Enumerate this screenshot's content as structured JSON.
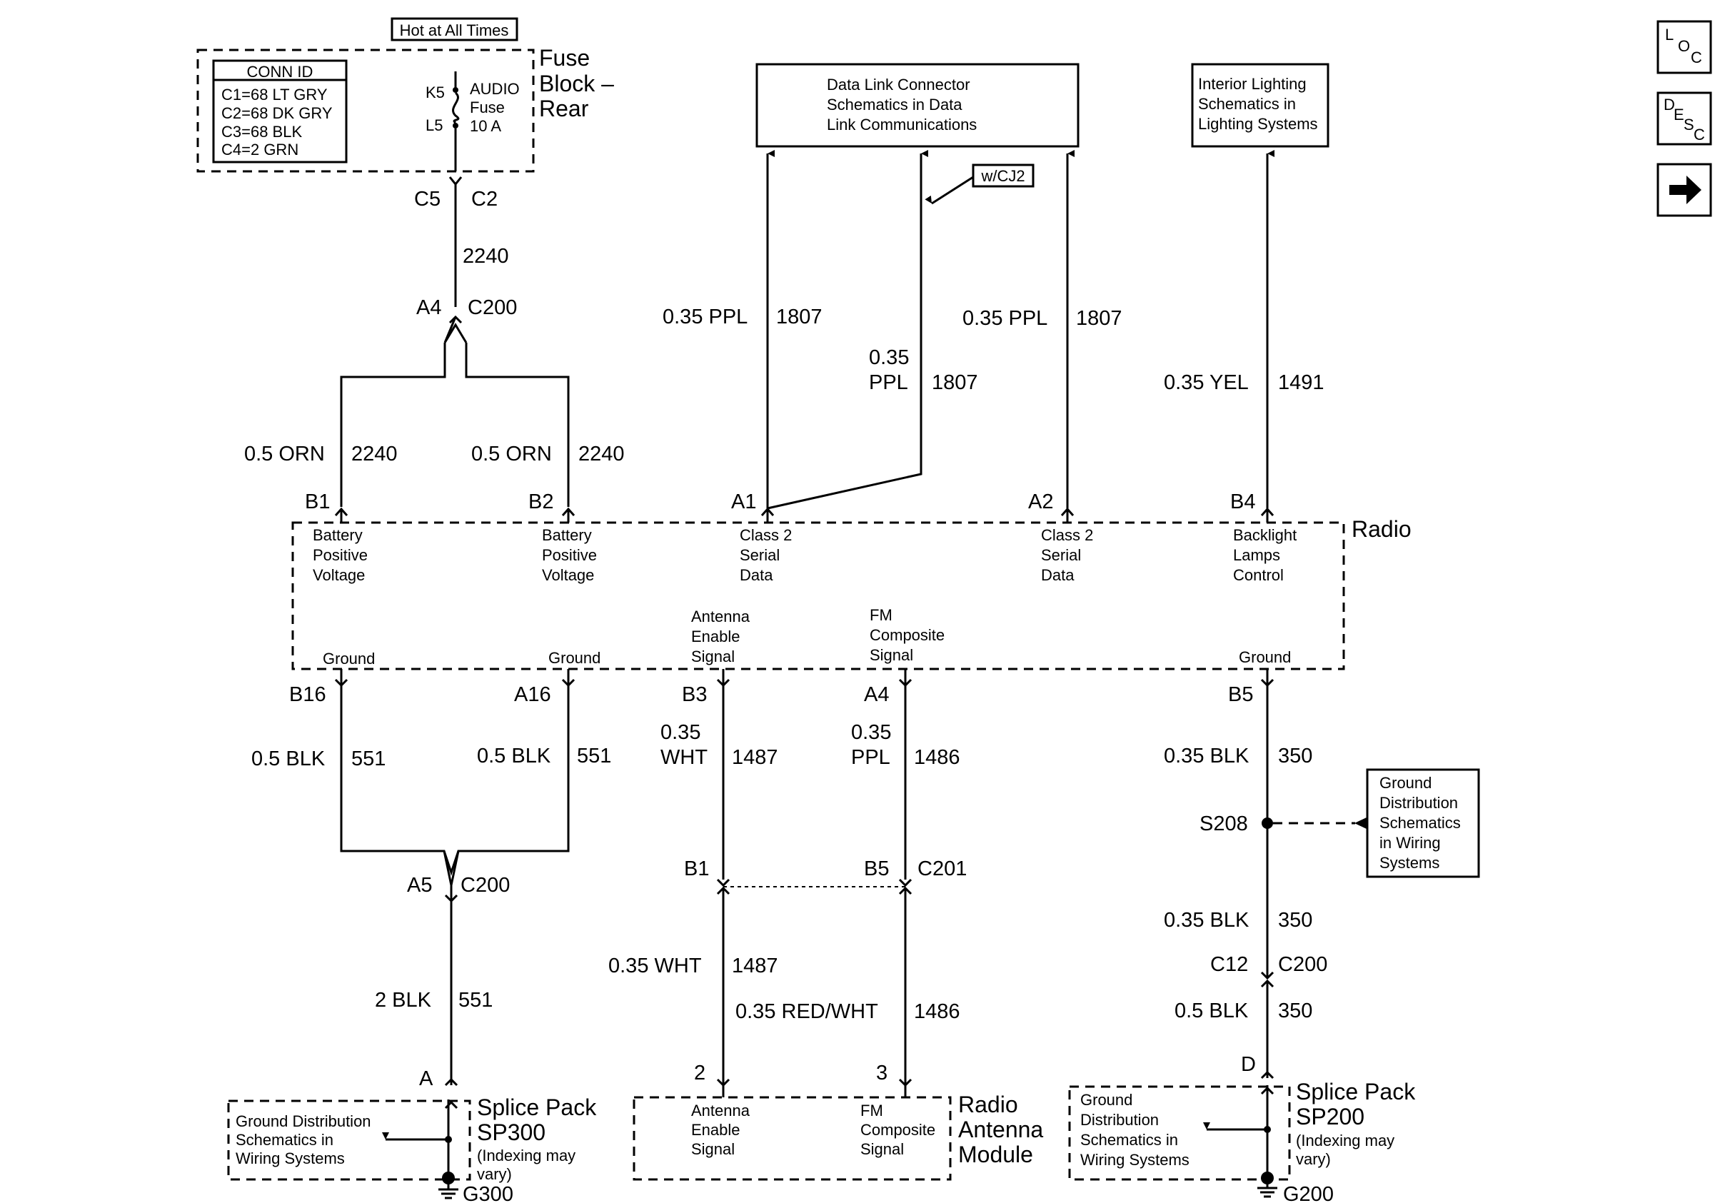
{
  "fuse_block": {
    "hot_label": "Hot at All Times",
    "conn_id_title": "CONN ID",
    "conn_ids": [
      "C1=68 LT GRY",
      "C2=68 DK GRY",
      "C3=68 BLK",
      "C4=2 GRN"
    ],
    "pin_top": "K5",
    "pin_bottom": "L5",
    "fuse_name": "AUDIO",
    "fuse_word": "Fuse",
    "fuse_rating": "10 A",
    "title_lines": [
      "Fuse",
      "Block –",
      "Rear"
    ],
    "conn_left": "C5",
    "conn_right": "C2"
  },
  "wires": {
    "w2240_num": "2240",
    "c200_top_pin": "A4",
    "c200_top_conn": "C200",
    "b1_color": "0.5 ORN",
    "b1_num": "2240",
    "b2_color": "0.5 ORN",
    "b2_num": "2240",
    "dlc1_color": "0.35 PPL",
    "dlc1_num": "1807",
    "dlc_mid_color_1": "0.35",
    "dlc_mid_color_2": "PPL",
    "dlc_mid_num": "1807",
    "dlc2_color": "0.35 PPL",
    "dlc2_num": "1807",
    "backlight_color": "0.35 YEL",
    "backlight_num": "1491",
    "b16_color": "0.5 BLK",
    "b16_num": "551",
    "a16_color": "0.5 BLK",
    "a16_num": "551",
    "ant_color_1": "0.35",
    "ant_color_2": "WHT",
    "ant_num": "1487",
    "fm_color_1": "0.35",
    "fm_color_2": "PPL",
    "fm_num": "1486",
    "b5_color": "0.35 BLK",
    "b5_num": "350",
    "splice_name": "S208",
    "s208_color": "0.35 BLK",
    "s208_num": "350",
    "c12_pin": "C12",
    "c12_conn": "C200",
    "c12_color": "0.5 BLK",
    "c12_num": "350",
    "a5_pin": "A5",
    "a5_conn": "C200",
    "blk2_color": "2 BLK",
    "blk2_num": "551",
    "c201_b1": "B1",
    "c201_b5": "B5",
    "c201_conn": "C201",
    "ant_low_color": "0.35 WHT",
    "ant_low_num": "1487",
    "fm_low_color": "0.35 RED/WHT",
    "fm_low_num": "1486"
  },
  "boxes": {
    "dlc_lines": [
      "Data Link Connector",
      "Schematics in Data",
      "Link Communications"
    ],
    "wcj2": "w/CJ2",
    "interior_lines": [
      "Interior Lighting",
      "Schematics in",
      "Lighting Systems"
    ],
    "ground_dist_lines": [
      "Ground",
      "Distribution",
      "Schematics",
      "in Wiring",
      "Systems"
    ]
  },
  "radio": {
    "title": "Radio",
    "pins_top": [
      "B1",
      "B2",
      "A1",
      "A2",
      "B4"
    ],
    "func_b1": [
      "Battery",
      "Positive",
      "Voltage"
    ],
    "func_b2": [
      "Battery",
      "Positive",
      "Voltage"
    ],
    "func_a1": [
      "Class 2",
      "Serial",
      "Data"
    ],
    "func_a2": [
      "Class 2",
      "Serial",
      "Data"
    ],
    "func_b4": [
      "Backlight",
      "Lamps",
      "Control"
    ],
    "func_ant": [
      "Antenna",
      "Enable",
      "Signal"
    ],
    "func_fm": [
      "FM",
      "Composite",
      "Signal"
    ],
    "ground_labels": [
      "Ground",
      "Ground",
      "Ground"
    ],
    "pins_bottom": [
      "B16",
      "A16",
      "B3",
      "A4",
      "B5"
    ]
  },
  "sp300": {
    "pin": "A",
    "title_lines": [
      "Splice Pack",
      "SP300"
    ],
    "note_lines": [
      "(Indexing may",
      "vary)"
    ],
    "ref_lines": [
      "Ground Distribution",
      "Schematics in",
      "Wiring Systems"
    ],
    "ground": "G300"
  },
  "antenna_module": {
    "pin_left": "2",
    "pin_right": "3",
    "func_left": [
      "Antenna",
      "Enable",
      "Signal"
    ],
    "func_right": [
      "FM",
      "Composite",
      "Signal"
    ],
    "title_lines": [
      "Radio",
      "Antenna",
      "Module"
    ]
  },
  "sp200": {
    "pin": "D",
    "title_lines": [
      "Splice Pack",
      "SP200"
    ],
    "note_lines": [
      "(Indexing may",
      "vary)"
    ],
    "ref_lines": [
      "Ground",
      "Distribution",
      "Schematics in",
      "Wiring Systems"
    ],
    "ground": "G200"
  },
  "nav": {
    "loc": [
      "L",
      "O",
      "C"
    ],
    "desc": [
      "D",
      "E",
      "S",
      "C"
    ],
    "next_icon": "arrow-right-icon"
  }
}
